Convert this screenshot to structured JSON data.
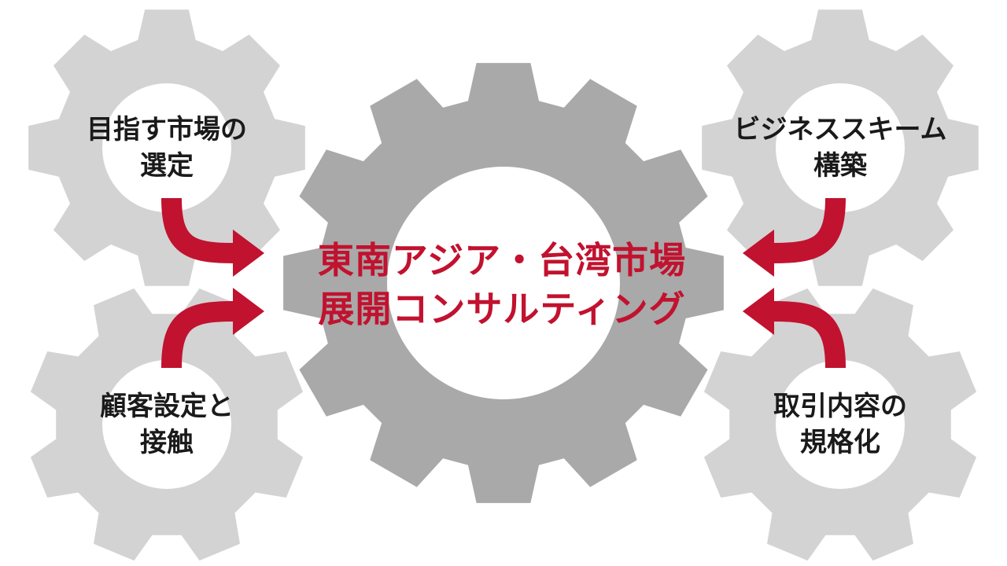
{
  "colors": {
    "small_gear": "#d3d3d3",
    "main_gear": "#a9a9a9",
    "hole": "#ffffff",
    "accent": "#c1122f",
    "text": "#1a1a1a"
  },
  "center": {
    "lines": [
      "東南アジア・台湾市場",
      "展開コンサルティング"
    ]
  },
  "top_left": {
    "lines": [
      "目指す市場の",
      "選定"
    ]
  },
  "bottom_left": {
    "lines": [
      "顧客設定と",
      "接触"
    ]
  },
  "top_right": {
    "lines": [
      "ビジネススキーム",
      "構築"
    ]
  },
  "bottom_right": {
    "lines": [
      "取引内容の",
      "規格化"
    ]
  },
  "arrows": [
    {
      "from": "top_left",
      "to": "center",
      "icon": "curved-arrow-icon"
    },
    {
      "from": "bottom_left",
      "to": "center",
      "icon": "curved-arrow-icon"
    },
    {
      "from": "top_right",
      "to": "center",
      "icon": "curved-arrow-icon"
    },
    {
      "from": "bottom_right",
      "to": "center",
      "icon": "curved-arrow-icon"
    }
  ]
}
